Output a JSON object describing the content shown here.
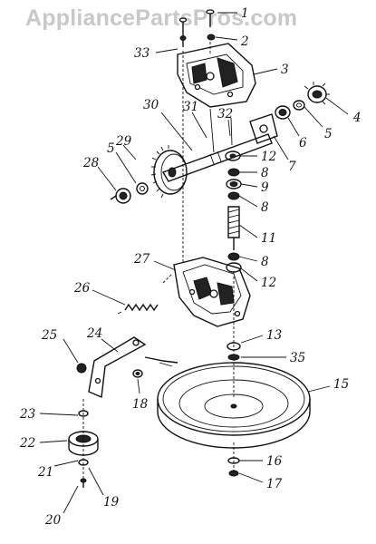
{
  "watermark": "AppliancePartsPros.com",
  "callouts": [
    "1",
    "2",
    "33",
    "3",
    "4",
    "5",
    "6",
    "7",
    "30",
    "31",
    "32",
    "12",
    "8",
    "9",
    "8",
    "29",
    "5",
    "28",
    "11",
    "8",
    "27",
    "12",
    "26",
    "13",
    "35",
    "25",
    "24",
    "15",
    "23",
    "18",
    "16",
    "22",
    "17",
    "21",
    "19",
    "20"
  ]
}
